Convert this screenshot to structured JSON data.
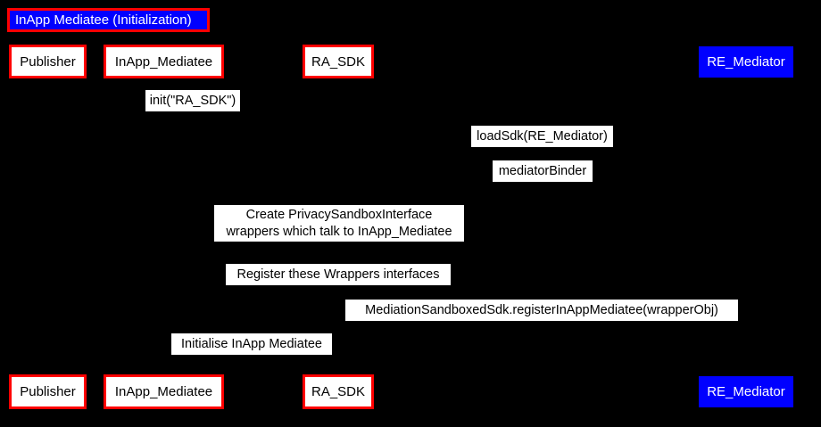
{
  "diagram": {
    "type": "uml-sequence-diagram",
    "background_color": "#000000",
    "title": "InApp Mediatee (Initialization)",
    "title_box": {
      "fill": "#0000ff",
      "border": "#ff0000",
      "text_color": "#ffffff"
    },
    "participant_styles": {
      "plain_fill": "#ffffff",
      "plain_border": "#ff0000",
      "plain_text": "#000000",
      "accent_fill": "#0000ff",
      "accent_text": "#ffffff"
    },
    "participants": [
      {
        "id": "publisher",
        "label": "Publisher",
        "style": "plain"
      },
      {
        "id": "inapp_mediatee",
        "label": "InApp_Mediatee",
        "style": "plain"
      },
      {
        "id": "ra_sdk",
        "label": "RA_SDK",
        "style": "plain"
      },
      {
        "id": "re_mediator",
        "label": "RE_Mediator",
        "style": "accent"
      }
    ],
    "messages": [
      {
        "seq": 1,
        "label": "init(\"RA_SDK\")",
        "from": "publisher",
        "to": "inapp_mediatee"
      },
      {
        "seq": 2,
        "label": "loadSdk(RE_Mediator)",
        "from": "ra_sdk",
        "to": "re_mediator"
      },
      {
        "seq": 3,
        "label": "mediatorBinder",
        "from": "re_mediator",
        "to": "ra_sdk"
      },
      {
        "seq": 4,
        "label_line1": "Create PrivacySandboxInterface",
        "label_line2": "wrappers which talk to InApp_Mediatee",
        "from": "inapp_mediatee",
        "to": "ra_sdk"
      },
      {
        "seq": 5,
        "label": "Register these Wrappers interfaces",
        "from": "inapp_mediatee",
        "to": "ra_sdk"
      },
      {
        "seq": 6,
        "label": "MediationSandboxedSdk.registerInAppMediatee(wrapperObj)",
        "from": "ra_sdk",
        "to": "re_mediator"
      },
      {
        "seq": 7,
        "label": "Initialise InApp Mediatee",
        "from": "inapp_mediatee",
        "to": "publisher"
      }
    ]
  }
}
